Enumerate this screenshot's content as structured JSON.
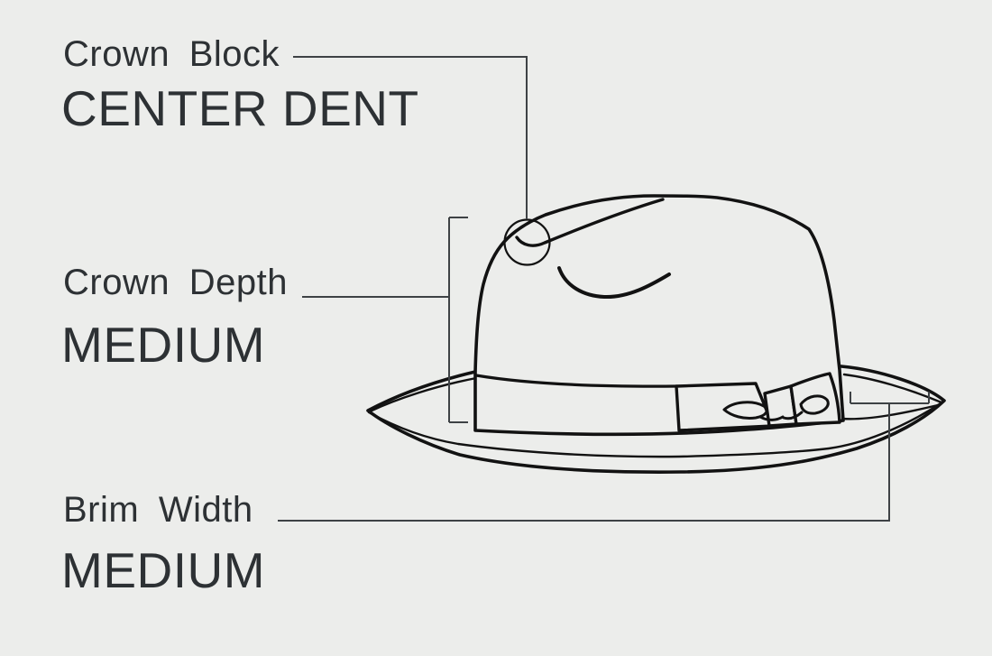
{
  "diagram_title": "Hat anatomy diagram",
  "illustration": {
    "subject": "fedora hat, side view line drawing",
    "parts_depicted": [
      "crown with center dent",
      "pinch crease",
      "dent highlight circle",
      "hat band",
      "ribbon bow",
      "brim"
    ]
  },
  "palette": {
    "background": "#ecedeb",
    "hat_line": "#121212",
    "annotation_line": "#3e4245",
    "text": "#2d3134"
  },
  "annotations": [
    {
      "id": "crown-block",
      "label": "Crown Block",
      "value": "CENTER DENT"
    },
    {
      "id": "crown-depth",
      "label": "Crown Depth",
      "value": "MEDIUM"
    },
    {
      "id": "brim-width",
      "label": "Brim Width",
      "value": "MEDIUM"
    }
  ]
}
